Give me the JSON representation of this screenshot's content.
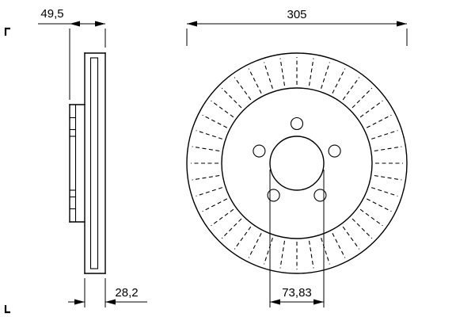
{
  "dimensions": {
    "side_view": {
      "overall_width_mm": "49,5",
      "disc_thickness_mm": "28,2"
    },
    "front_view": {
      "outer_diameter_mm": "305",
      "bore_pitch_diameter_mm": "73,83"
    }
  },
  "colors": {
    "line": "#000000",
    "background": "#ffffff"
  }
}
